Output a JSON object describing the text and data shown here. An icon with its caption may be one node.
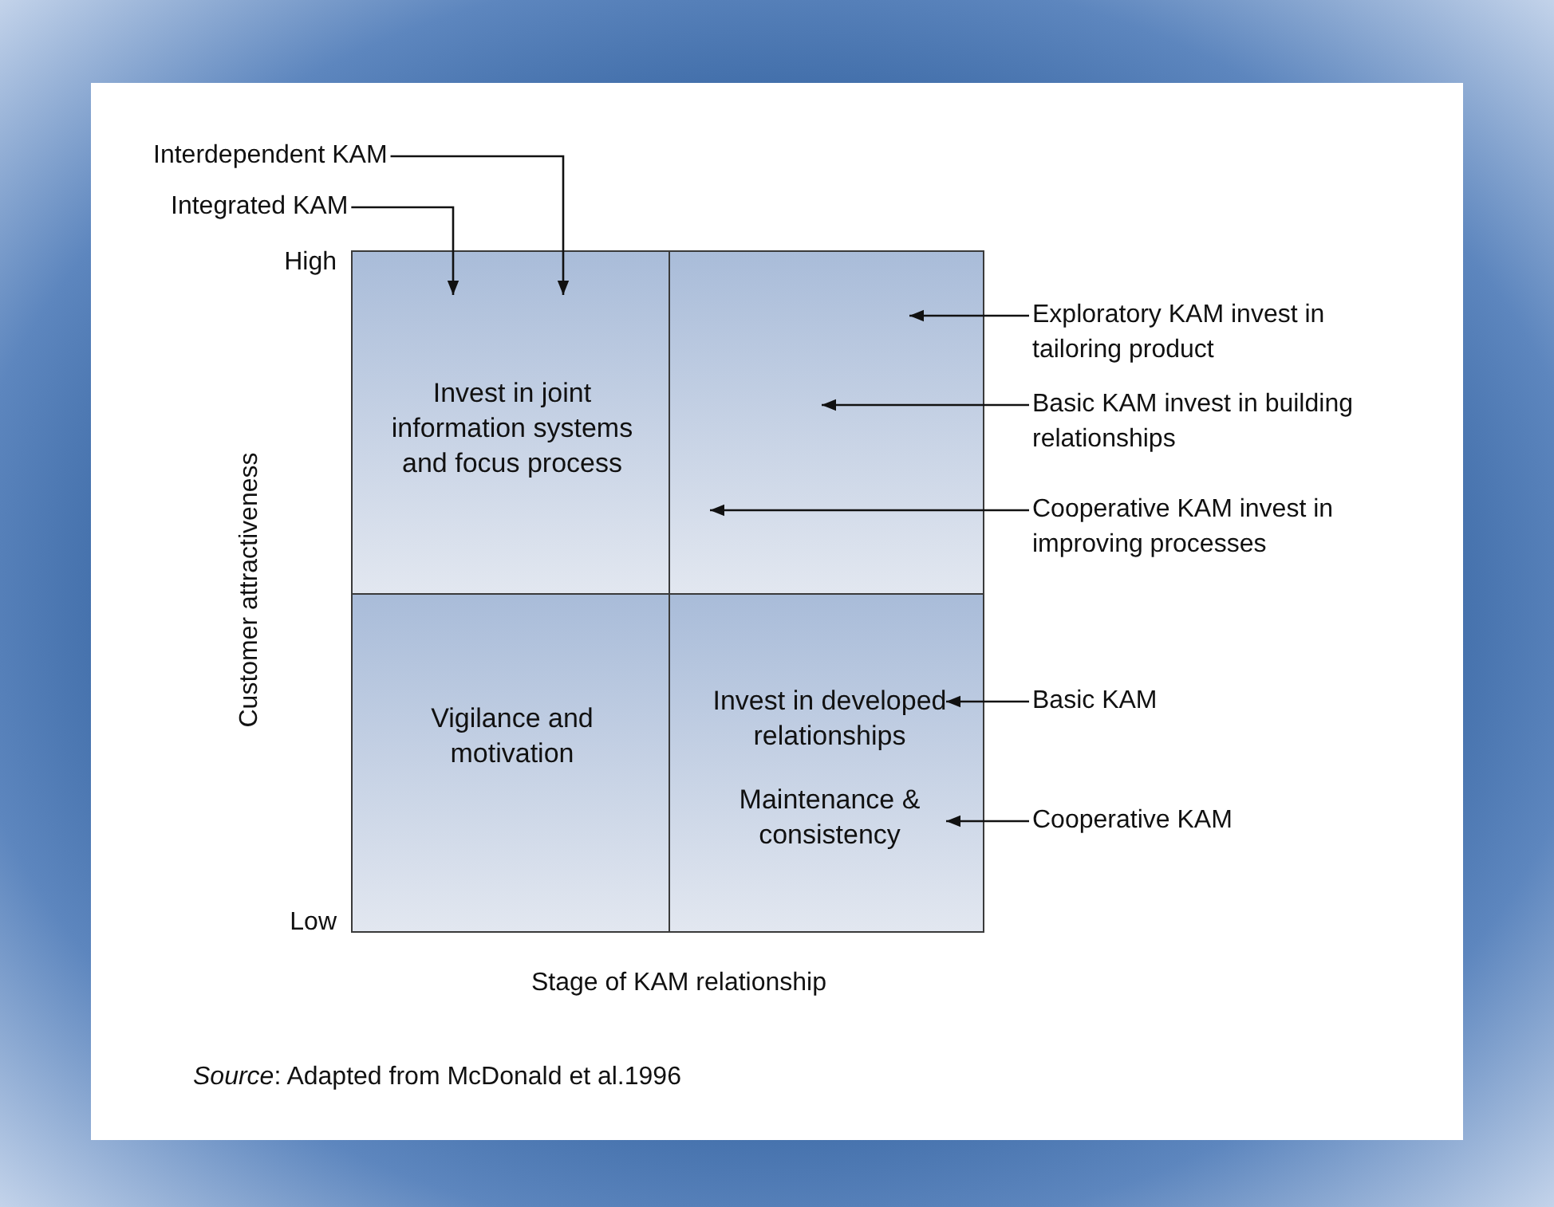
{
  "diagram": {
    "caption": "*Source*: Adapted from McDonald et al.1996",
    "nodes": [
      {
        "text": [
          "Interdependent KAM"
        ]
      },
      {
        "text": [
          "Integrated KAM"
        ]
      },
      {
        "text": [
          "Invest in joint information systems and focus process"
        ]
      },
      {
        "text": [],
        "shape": "box"
      },
      {
        "text": [
          "Exploratory KAM invest in tailoring product"
        ]
      },
      {
        "text": [
          "Basic KAM invest in building relationships"
        ]
      },
      {
        "text": [
          "Cooperative KAM invest in improving processes"
        ]
      },
      {
        "text": [
          "Vigilance and motivation"
        ]
      },
      {
        "text": [
          "Invest in developed relationships",
          "Maintenance & consistency"
        ]
      },
      {
        "text": [
          "Basic KAM"
        ]
      },
      {
        "text": [
          "Cooperative KAM"
        ]
      }
    ],
    "edges": [
      {
        "from": 0,
        "to": 2,
        "arrow": "to"
      },
      {
        "from": 1,
        "to": 2,
        "arrow": "to"
      },
      {
        "from": 4,
        "to": 3,
        "arrow": "to"
      },
      {
        "from": 5,
        "to": 3,
        "arrow": "to"
      },
      {
        "from": 6,
        "to": 3,
        "arrow": "to"
      },
      {
        "from": 9,
        "to": 8,
        "arrow": "to"
      },
      {
        "from": 10,
        "to": 8,
        "arrow": "to"
      }
    ],
    "labels": [
      "High",
      "Low",
      "Customer attractiveness",
      "Stage of KAM relationship"
    ]
  }
}
